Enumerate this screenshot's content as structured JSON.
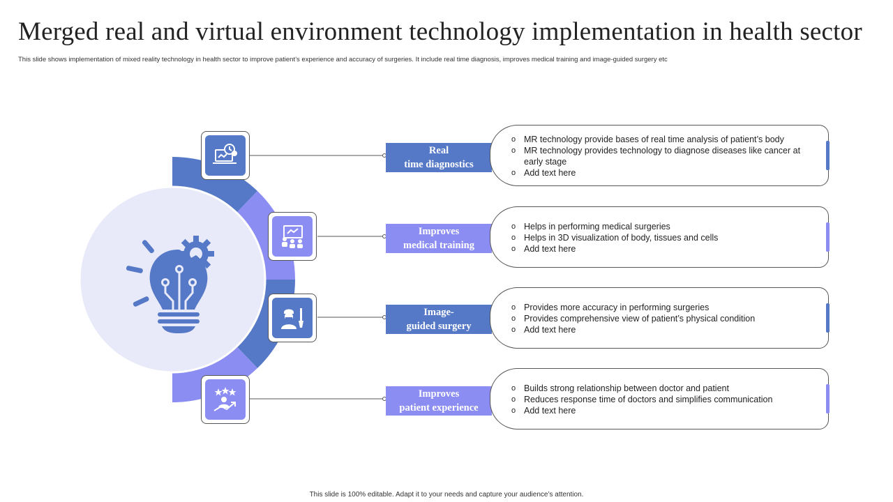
{
  "title": "Merged real and virtual environment technology implementation in health sector",
  "subtitle": "This slide shows implementation of mixed reality technology in health sector to improve patient’s experience and accuracy of surgeries. It include real time diagnosis, improves medical training and image-guided surgery etc",
  "footer": "This slide is 100% editable. Adapt it to your needs and capture your audience’s attention.",
  "colors": {
    "dark_blue": "#5579c6",
    "light_purple": "#8c8df3",
    "circle_bg": "#e8e9f9"
  },
  "center_icon": "lightbulb-gear-icon",
  "items": [
    {
      "label_line1": "Real",
      "label_line2": "time diagnostics",
      "icon": "laptop-clock-icon",
      "bullets": [
        "MR technology provide  bases of real time analysis of patient’s body",
        "MR technology provides  technology to diagnose  diseases like cancer at early stage",
        "Add text here"
      ]
    },
    {
      "label_line1": "Improves",
      "label_line2": "medical training",
      "icon": "training-presentation-icon",
      "bullets": [
        "Helps in performing  medical surgeries",
        "Helps in 3D visualization of body, tissues and cells",
        "Add text here"
      ]
    },
    {
      "label_line1": "Image-",
      "label_line2": "guided surgery",
      "icon": "surgeon-icon",
      "bullets": [
        "Provides  more accuracy in performing  surgeries",
        "Provides  comprehensive  view of patient’s physical condition",
        "Add text here"
      ]
    },
    {
      "label_line1": "Improves",
      "label_line2": "patient experience",
      "icon": "patient-rating-icon",
      "bullets": [
        "Builds strong relationship  between doctor and patient",
        "Reduces response time of doctors and simplifies communication",
        "Add text here"
      ]
    }
  ]
}
